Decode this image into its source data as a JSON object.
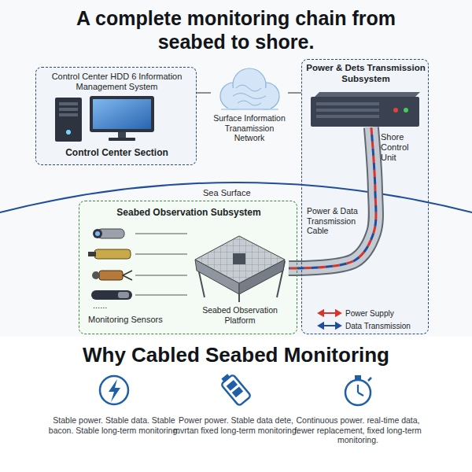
{
  "diagram": {
    "title": "A complete monitoring chain from seabed to shore.",
    "nodes": [
      {
        "text": [
          "Control Center HDD 6 Information Management System",
          "Control Center Section"
        ]
      },
      {
        "text": [
          "Surface Information Tranamission Network"
        ]
      },
      {
        "text": [
          "Power & Dets Transmission Subsystem"
        ]
      },
      {
        "text": [
          "Shore Control Unit"
        ],
        "in": 2
      },
      {
        "text": [
          "Seabed Observation Subsystem"
        ]
      },
      {
        "text": [
          "Seabed Observation Platform"
        ],
        "in": 4
      }
    ],
    "edges": [
      {
        "from": 0,
        "to": 1,
        "arrow": "none"
      },
      {
        "from": 1,
        "to": 2,
        "arrow": "none"
      },
      {
        "from": 3,
        "to": 5,
        "arrow": "none"
      }
    ],
    "labels": [
      "Sea Surface",
      "Power & Data Transmission Cable",
      "Monitoring Sensors",
      "......",
      "Why Cabled Seabed Monitoring",
      "Stable power. Stable data. Stable bacon. Stable long-term monitoring.",
      "Power power. Stable data dete, mvrtan fixed long-term monitoring.",
      "Continuous power. real-time data, fewer replacement, fixed long-term monitoring."
    ],
    "legend": [
      {
        "text": "Power Supply",
        "color": "#d9342b"
      },
      {
        "text": "Data Transmission",
        "color": "#1f4e9c"
      }
    ]
  }
}
